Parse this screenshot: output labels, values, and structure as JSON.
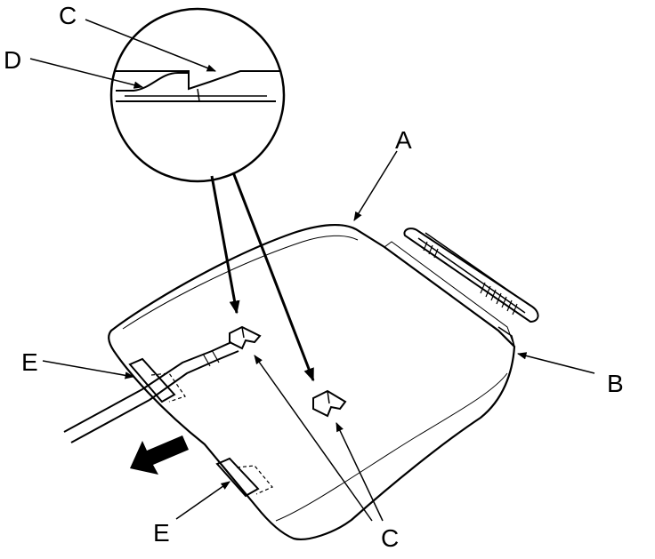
{
  "callouts": {
    "a": "A",
    "b": "B",
    "c_top": "C",
    "c_bottom": "C",
    "d": "D",
    "e_upper": "E",
    "e_lower": "E"
  },
  "colors": {
    "line": "#000000",
    "background": "#ffffff"
  }
}
